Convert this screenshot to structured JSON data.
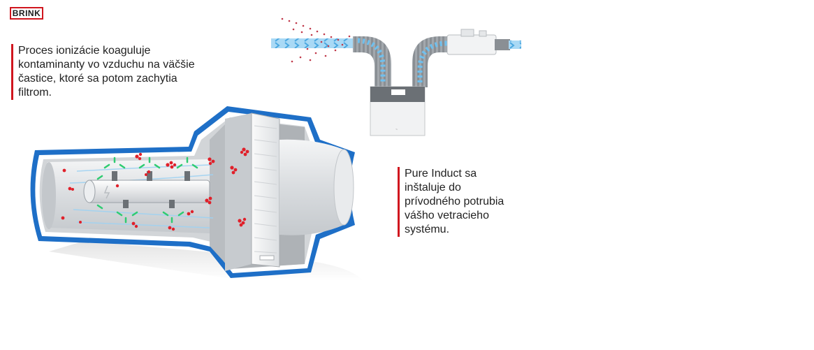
{
  "brand": {
    "logo_text": "BRINK",
    "accent_color": "#d0161e"
  },
  "notes": {
    "ionization_lines": [
      "Proces ionizácie koaguluje",
      "kontaminanty vo vzduchu na väčšie",
      "častice, ktoré sa potom zachytia",
      "filtrom."
    ],
    "installation_lines": [
      "Pure Induct sa",
      "inštaluje do",
      "prívodného potrubia",
      "vášho vetracieho",
      "systému."
    ]
  },
  "colors": {
    "duct_outline": "#1e6fc7",
    "duct_fill": "#e6e8ea",
    "contaminant": "#e0202a",
    "ion": "#2ecc71",
    "airflow": "#7ec8f0"
  },
  "icons": [
    "brink-logo",
    "ion-emitter-icon",
    "filter-cassette",
    "ventilation-unit",
    "airflow-arrows"
  ]
}
